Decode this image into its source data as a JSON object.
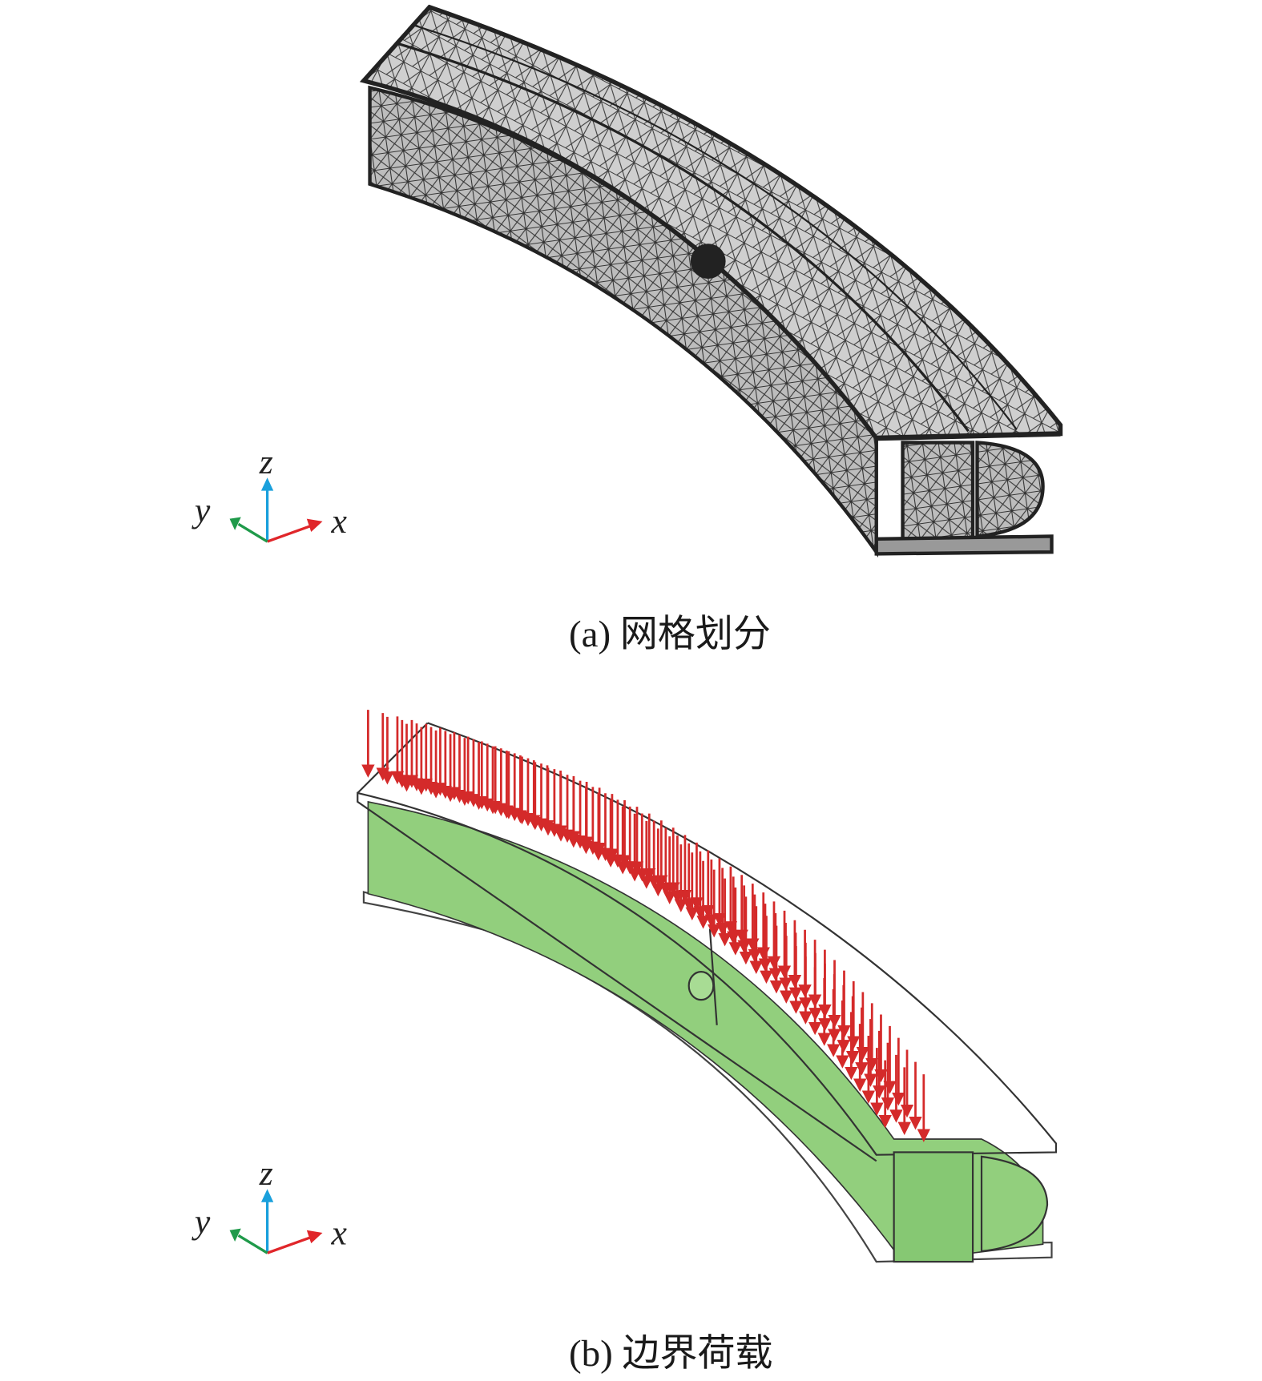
{
  "figure": {
    "panel_a": {
      "caption": "(a) 网格划分",
      "axes": {
        "z": "z",
        "y": "y",
        "x": "x"
      }
    },
    "panel_b": {
      "caption": "(b) 边界荷载",
      "axes": {
        "z": "z",
        "y": "y",
        "x": "x"
      }
    }
  },
  "colors": {
    "mesh_line": "#2a2a2a",
    "mesh_fill": "#c8c8c8",
    "web_green": "#8fcf7a",
    "load_arrow": "#d42a2a",
    "axis_x": "#e0262a",
    "axis_y": "#1f9a4a",
    "axis_z": "#1aa0dc"
  }
}
